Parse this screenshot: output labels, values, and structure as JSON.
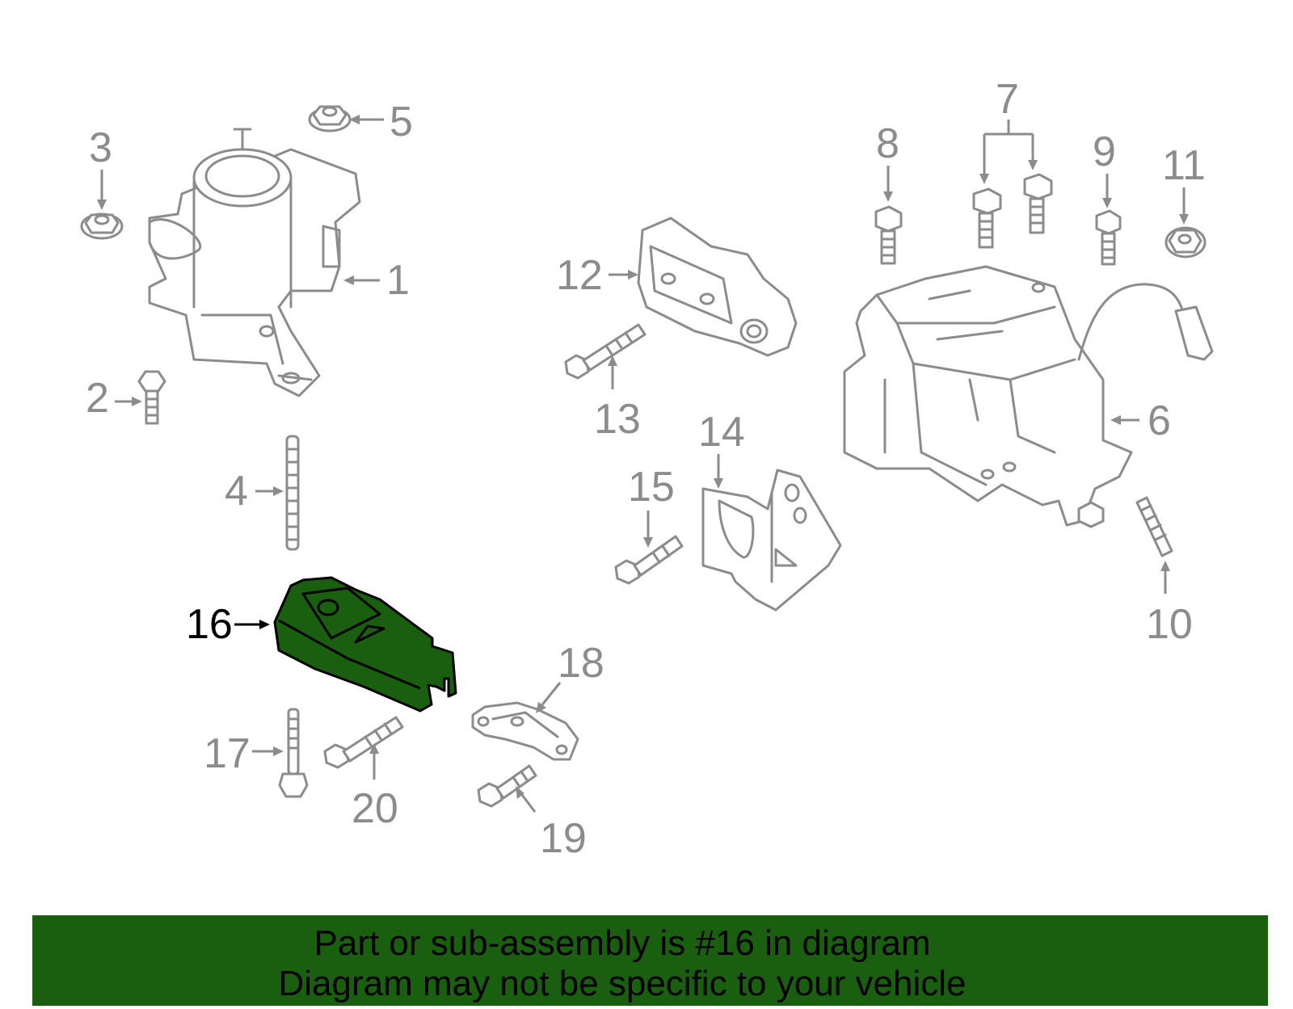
{
  "callouts": {
    "c1": "1",
    "c2": "2",
    "c3": "3",
    "c4": "4",
    "c5": "5",
    "c6": "6",
    "c7": "7",
    "c8": "8",
    "c9": "9",
    "c10": "10",
    "c11": "11",
    "c12": "12",
    "c13": "13",
    "c14": "14",
    "c15": "15",
    "c16": "16",
    "c17": "17",
    "c18": "18",
    "c19": "19",
    "c20": "20"
  },
  "highlighted_part": "16",
  "colors": {
    "highlight": "#1a5e10",
    "outline": "#8c8c8c",
    "banner": "#1a5e10"
  },
  "banner": {
    "line1": "Part or sub-assembly is #16 in diagram",
    "line2": "Diagram may not be specific to your vehicle"
  }
}
